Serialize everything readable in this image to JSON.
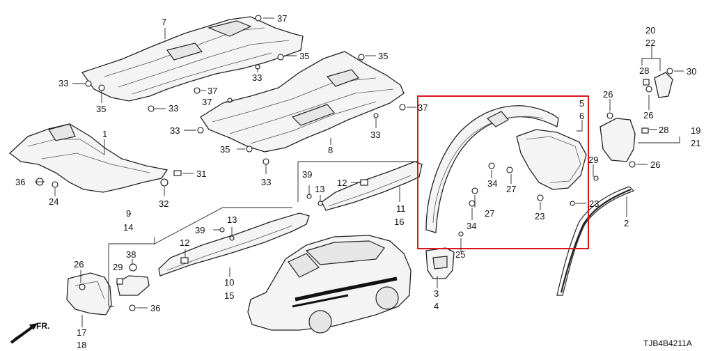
{
  "diagram": {
    "part_code": "TJB4B4211A",
    "direction_label": "FR.",
    "highlight_color": "#d8161b",
    "callouts": [
      "1",
      "2",
      "3",
      "4",
      "5",
      "6",
      "7",
      "8",
      "9",
      "10",
      "11",
      "12",
      "13",
      "14",
      "15",
      "16",
      "17",
      "18",
      "19",
      "20",
      "21",
      "22",
      "23",
      "24",
      "25",
      "26",
      "27",
      "28",
      "29",
      "30",
      "31",
      "32",
      "33",
      "34",
      "35",
      "36",
      "37",
      "38",
      "39"
    ]
  },
  "labels": {
    "n7": "7",
    "n37a": "37",
    "n35a": "35",
    "n35b": "35",
    "n33a": "33",
    "n35c": "35",
    "n37b": "37",
    "n33b": "33",
    "n37c": "37",
    "n33c": "33",
    "n1": "1",
    "n33d": "33",
    "n35d": "35",
    "n33e": "33",
    "n8": "8",
    "n37d": "37",
    "n36a": "36",
    "n24": "24",
    "n31": "31",
    "n32": "32",
    "n33f": "33",
    "n39a": "39",
    "n13a": "13",
    "n12a": "12",
    "n11": "11",
    "n16": "16",
    "n9": "9",
    "n14": "14",
    "n39b": "39",
    "n13b": "13",
    "n12b": "12",
    "n38": "38",
    "n29a": "29",
    "n26a": "26",
    "n36b": "36",
    "n10": "10",
    "n15": "15",
    "n17": "17",
    "n18": "18",
    "n5": "5",
    "n6": "6",
    "n34a": "34",
    "n27a": "27",
    "n29b": "29",
    "n27b": "27",
    "n34b": "34",
    "n23a": "23",
    "n23b": "23",
    "n25": "25",
    "n3": "3",
    "n4": "4",
    "n20": "20",
    "n22": "22",
    "n28a": "28",
    "n30": "30",
    "n26b": "26",
    "n26c": "26",
    "n28b": "28",
    "n19": "19",
    "n21": "21",
    "n26d": "26",
    "n2": "2"
  }
}
